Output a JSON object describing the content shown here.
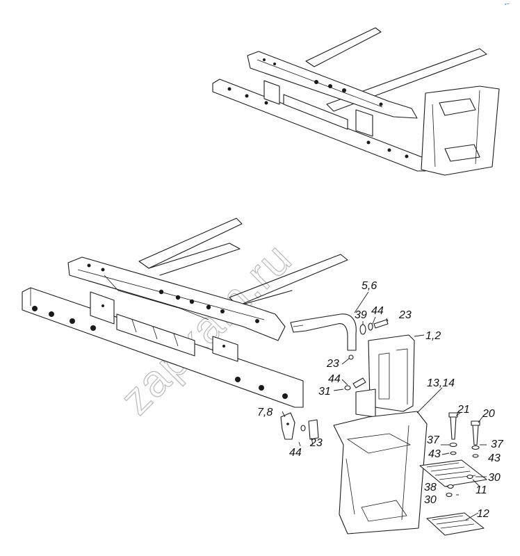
{
  "watermark": "zapkam.ru",
  "corner_mark": "⸗~",
  "callouts": {
    "c_5_6": "5,6",
    "c_39": "39",
    "c_44a": "44",
    "c_23a": "23",
    "c_1_2": "1,2",
    "c_23b": "23",
    "c_44b": "44",
    "c_31": "31",
    "c_13_14": "13,14",
    "c_7_8": "7,8",
    "c_23c": "23",
    "c_44c": "44",
    "c_21": "21",
    "c_20": "20",
    "c_37a": "37",
    "c_37b": "37",
    "c_43a": "43",
    "c_43b": "43",
    "c_30a": "30",
    "c_38": "38",
    "c_11": "11",
    "c_30b": "30",
    "c_12": "12"
  }
}
